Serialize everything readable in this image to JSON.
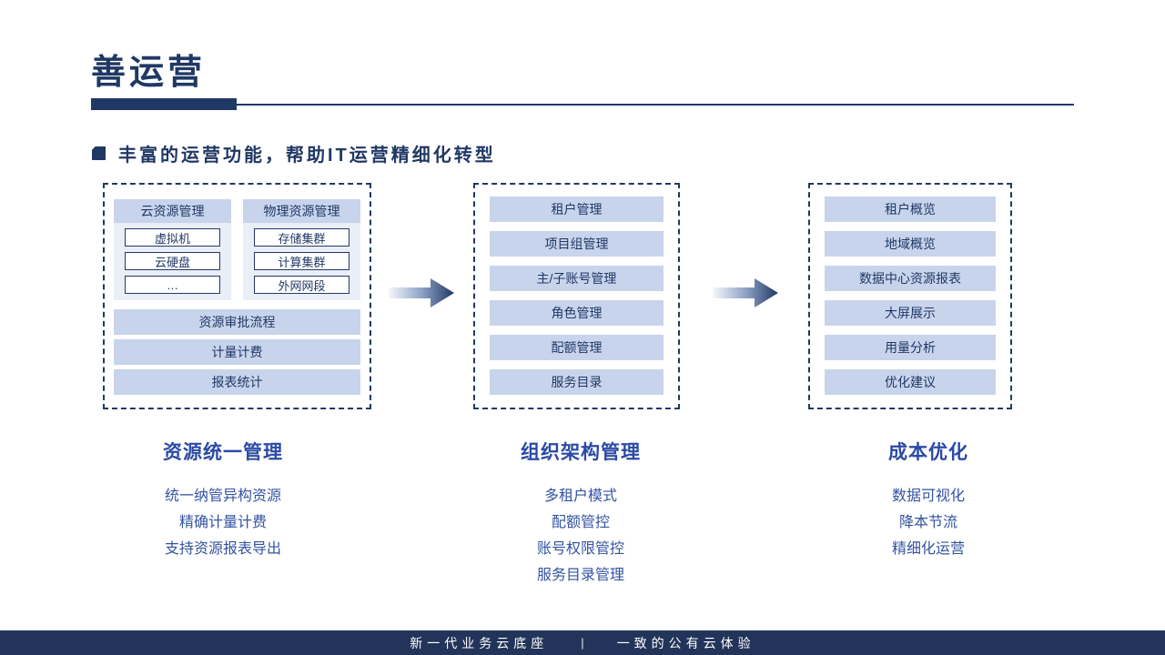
{
  "slide": {
    "title": "善运营",
    "subtitle": "丰富的运营功能，帮助IT运营精细化转型"
  },
  "panels": [
    {
      "heading": "资源统一管理",
      "groups": [
        {
          "header": "云资源管理",
          "items": [
            "虚拟机",
            "云硬盘",
            "…"
          ]
        },
        {
          "header": "物理资源管理",
          "items": [
            "存储集群",
            "计算集群",
            "外网网段"
          ]
        }
      ],
      "bars": [
        "资源审批流程",
        "计量计费",
        "报表统计"
      ],
      "bullets": [
        "统一纳管异构资源",
        "精确计量计费",
        "支持资源报表导出"
      ]
    },
    {
      "heading": "组织架构管理",
      "bars": [
        "租户管理",
        "项目组管理",
        "主/子账号管理",
        "角色管理",
        "配额管理",
        "服务目录"
      ],
      "bullets": [
        "多租户模式",
        "配额管控",
        "账号权限管控",
        "服务目录管理"
      ]
    },
    {
      "heading": "成本优化",
      "bars": [
        "租户概览",
        "地域概览",
        "数据中心资源报表",
        "大屏展示",
        "用量分析",
        "优化建议"
      ],
      "bullets": [
        "数据可视化",
        "降本节流",
        "精细化运营"
      ]
    }
  ],
  "footer": {
    "left": "新一代业务云底座",
    "separator": "|",
    "right": "一致的公有云体验"
  },
  "colors": {
    "navy": "#203864",
    "chip_bg": "#C8D4EC",
    "column_bg": "#E9EEF7",
    "heading_blue": "#2B4AA5",
    "item_blue": "#3353A1",
    "footer_bg": "#223459"
  }
}
